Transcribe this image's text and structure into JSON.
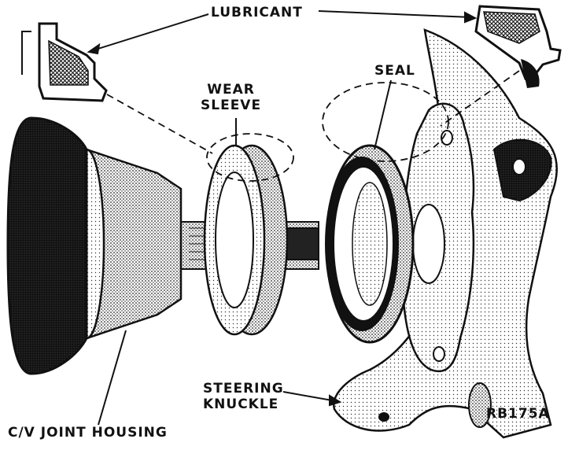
{
  "labels": {
    "lubricant": "LUBRICANT",
    "wear_sleeve_1": "WEAR",
    "wear_sleeve_2": "SLEEVE",
    "seal": "SEAL",
    "steering_knuckle_1": "STEERING",
    "steering_knuckle_2": "KNUCKLE",
    "cv_joint_housing": "C/V JOINT HOUSING",
    "figure_code": "RB175A"
  }
}
